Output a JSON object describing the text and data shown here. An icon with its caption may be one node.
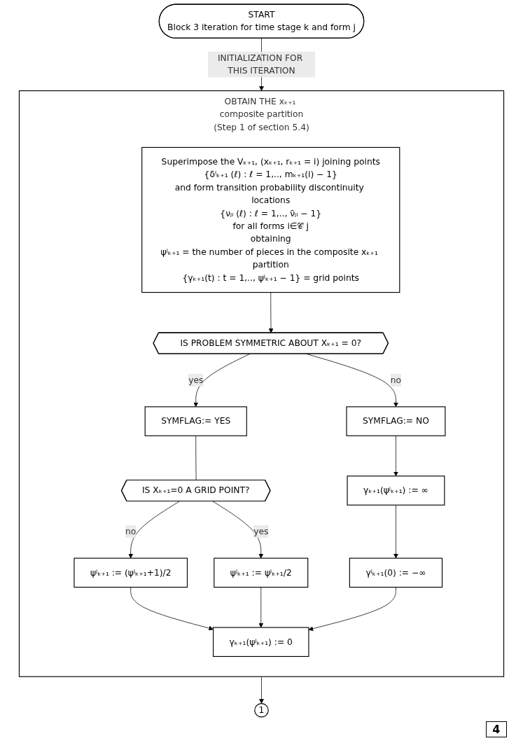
{
  "diagram": {
    "nodes": [
      {
        "text": [
          "START",
          "Block 3 iteration for time stage k and form j"
        ]
      },
      {
        "text": [
          "OBTAIN THE xₖ₊₁ composite partition",
          "(Step 1 of section 5.4)"
        ]
      },
      {
        "text": [
          "Superimpose the Vₖ₊₁, (xₖ₊₁, rₖ₊₁ = i) joining points",
          "{δⁱₖ₊₁ (ℓ) : ℓ = 1,.., mₖ₊₁(i) − 1}",
          "and form transition probability discontinuity locations",
          "{νⱼᵢ (ℓ) : ℓ = 1,.., ν̄ⱼᵢ − 1}",
          "for all forms i∈𝒞 j",
          "obtaining",
          "ψʲₖ₊₁ = the number of pieces in the composite xₖ₊₁ partition",
          "{γₖ₊₁(t) : t = 1,.., ψʲₖ₊₁ − 1} = grid points"
        ],
        "in": 1
      },
      {
        "text": [
          "IS PROBLEM SYMMETRIC ABOUT Xₖ₊₁ = 0?"
        ],
        "in": 1
      },
      {
        "text": [
          "SYMFLAG:= YES"
        ],
        "in": 1
      },
      {
        "text": [
          "IS Xₖ₊₁=0 A GRID POINT?"
        ],
        "in": 1
      },
      {
        "text": [
          "SYMFLAG:= NO"
        ],
        "in": 1
      },
      {
        "text": [
          "ψʲₖ₊₁ := (ψʲₖ₊₁+1)/2"
        ],
        "in": 1
      },
      {
        "text": [
          "ψʲₖ₊₁ := ψʲₖ₊₁/2"
        ],
        "in": 1
      },
      {
        "text": [
          "γₖ₊₁(ψʲₖ₊₁) := ∞"
        ],
        "in": 1
      },
      {
        "text": [
          "γʲₖ₊₁(0) := −∞"
        ],
        "in": 1
      },
      {
        "text": [
          "γₖ₊₁(ψʲₖ₊₁) := 0"
        ],
        "in": 1
      },
      {
        "text": [
          "1"
        ]
      }
    ],
    "edges": [
      {
        "from": 0,
        "to": 1,
        "arrow": "to",
        "label": "INITIALIZATION FOR THIS ITERATION"
      },
      {
        "from": 2,
        "to": 3,
        "arrow": "to"
      },
      {
        "from": 3,
        "to": 4,
        "arrow": "to",
        "label": "yes"
      },
      {
        "from": 3,
        "to": 6,
        "arrow": "to",
        "label": "no"
      },
      {
        "from": 4,
        "to": 5,
        "arrow": "none"
      },
      {
        "from": 5,
        "to": 7,
        "arrow": "to",
        "label": "no"
      },
      {
        "from": 5,
        "to": 8,
        "arrow": "to",
        "label": "yes"
      },
      {
        "from": 6,
        "to": 9,
        "arrow": "to"
      },
      {
        "from": 9,
        "to": 10,
        "arrow": "to"
      },
      {
        "from": 7,
        "to": 11,
        "arrow": "to"
      },
      {
        "from": 8,
        "to": 11,
        "arrow": "to"
      },
      {
        "from": 10,
        "to": 11,
        "arrow": "to"
      },
      {
        "from": 1,
        "to": 12,
        "arrow": "to"
      }
    ],
    "labels": [
      "4"
    ]
  }
}
